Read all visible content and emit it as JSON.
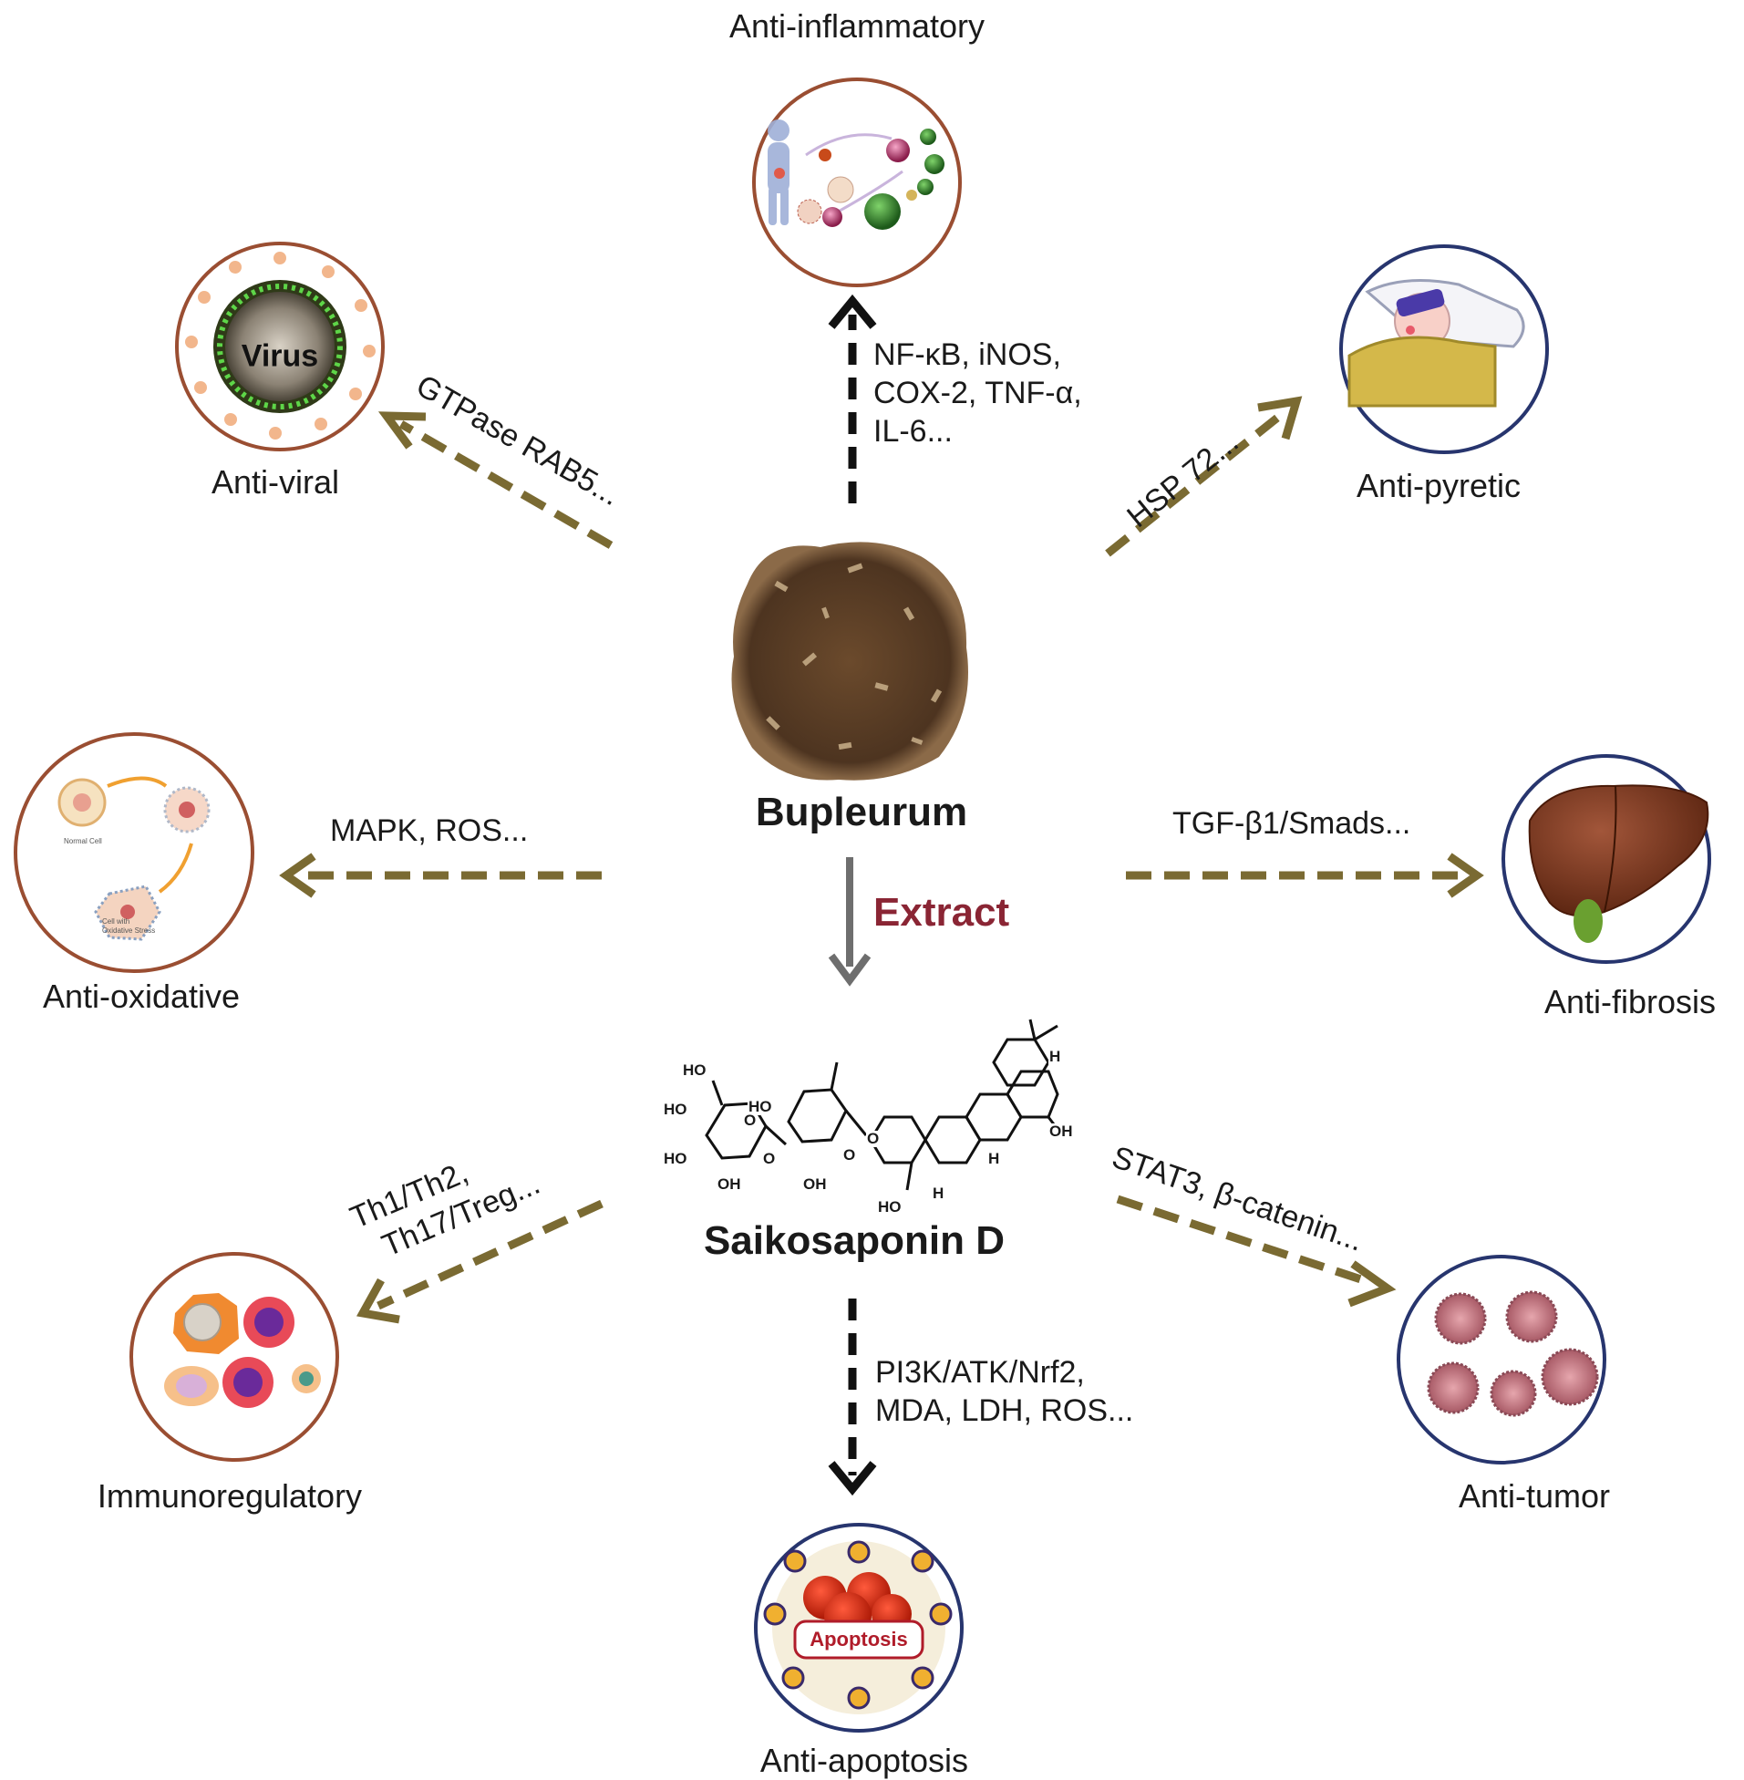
{
  "center": {
    "herb_label": "Bupleurum",
    "extract_label": "Extract",
    "compound_label": "Saikosaponin D",
    "structure_labels": [
      "HO",
      "HO",
      "HO",
      "HO",
      "OH",
      "OH",
      "O",
      "O",
      "O",
      "O",
      "H",
      "H",
      "H",
      "OH",
      "HO"
    ]
  },
  "effects": {
    "anti_inflammatory": {
      "label": "Anti-inflammatory",
      "targets": [
        "NF-κB, iNOS,",
        "COX-2, TNF-α,",
        "IL-6..."
      ]
    },
    "anti_viral": {
      "label": "Anti-viral",
      "targets": [
        "GTPase RAB5..."
      ],
      "icon_text": "Virus"
    },
    "anti_pyretic": {
      "label": "Anti-pyretic",
      "targets": [
        "HSP 72..."
      ]
    },
    "anti_oxidative": {
      "label": "Anti-oxidative",
      "targets": [
        "MAPK, ROS..."
      ],
      "icon_texts": [
        "Normal Cell",
        "Cell with",
        "Oxidative Stress"
      ]
    },
    "anti_fibrosis": {
      "label": "Anti-fibrosis",
      "targets": [
        "TGF-β1/Smads..."
      ]
    },
    "immunoregulatory": {
      "label": "Immunoregulatory",
      "targets": [
        "Th1/Th2,",
        "Th17/Treg..."
      ]
    },
    "anti_tumor": {
      "label": "Anti-tumor",
      "targets": [
        "STAT3, β-catenin..."
      ]
    },
    "anti_apoptosis": {
      "label": "Anti-apoptosis",
      "targets": [
        "PI3K/ATK/Nrf2,",
        "MDA, LDH, ROS..."
      ],
      "icon_text": "Apoptosis"
    }
  },
  "colors": {
    "brown_arrow": "#7a6a32",
    "black_arrow": "#111111",
    "ring_brown": "#9a4e32",
    "ring_blue": "#27356e",
    "extract_text": "#8a2534"
  }
}
